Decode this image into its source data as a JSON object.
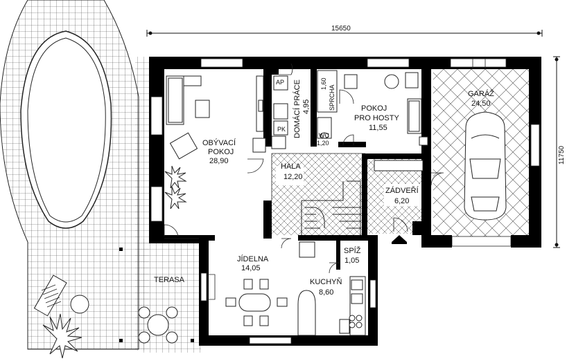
{
  "dimensions": {
    "width_label": "15650",
    "height_label": "11750"
  },
  "rooms": {
    "obyvaci": {
      "name_line1": "OBÝVACÍ",
      "name_line2": "POKOJ",
      "area": "28,90"
    },
    "domaci": {
      "name_line1": "DOMÁCÍ PRÁCE",
      "area": "4,95"
    },
    "sprcha": {
      "name": "SPRCHA",
      "area": "1,60"
    },
    "wc": {
      "name": "WC",
      "area": "1,20"
    },
    "pokoj_hoste": {
      "name_line1": "POKOJ",
      "name_line2": "PRO HOSTY",
      "area": "11,55"
    },
    "garaz": {
      "name": "GARÁŽ",
      "area": "24,50"
    },
    "hala": {
      "name": "HALA",
      "area": "12,20"
    },
    "zadveri": {
      "name": "ZÁDVEŘÍ",
      "area": "6,20"
    },
    "jidelna": {
      "name": "JÍDELNA",
      "area": "14,05"
    },
    "spiz": {
      "name": "SPÍŽ",
      "area": "1,05"
    },
    "kuchyn": {
      "name": "KUCHYŇ",
      "area": "8,60"
    },
    "terasa": {
      "name": "TERASA"
    }
  },
  "appliance_labels": {
    "ap": "AP",
    "pk": "PK"
  }
}
